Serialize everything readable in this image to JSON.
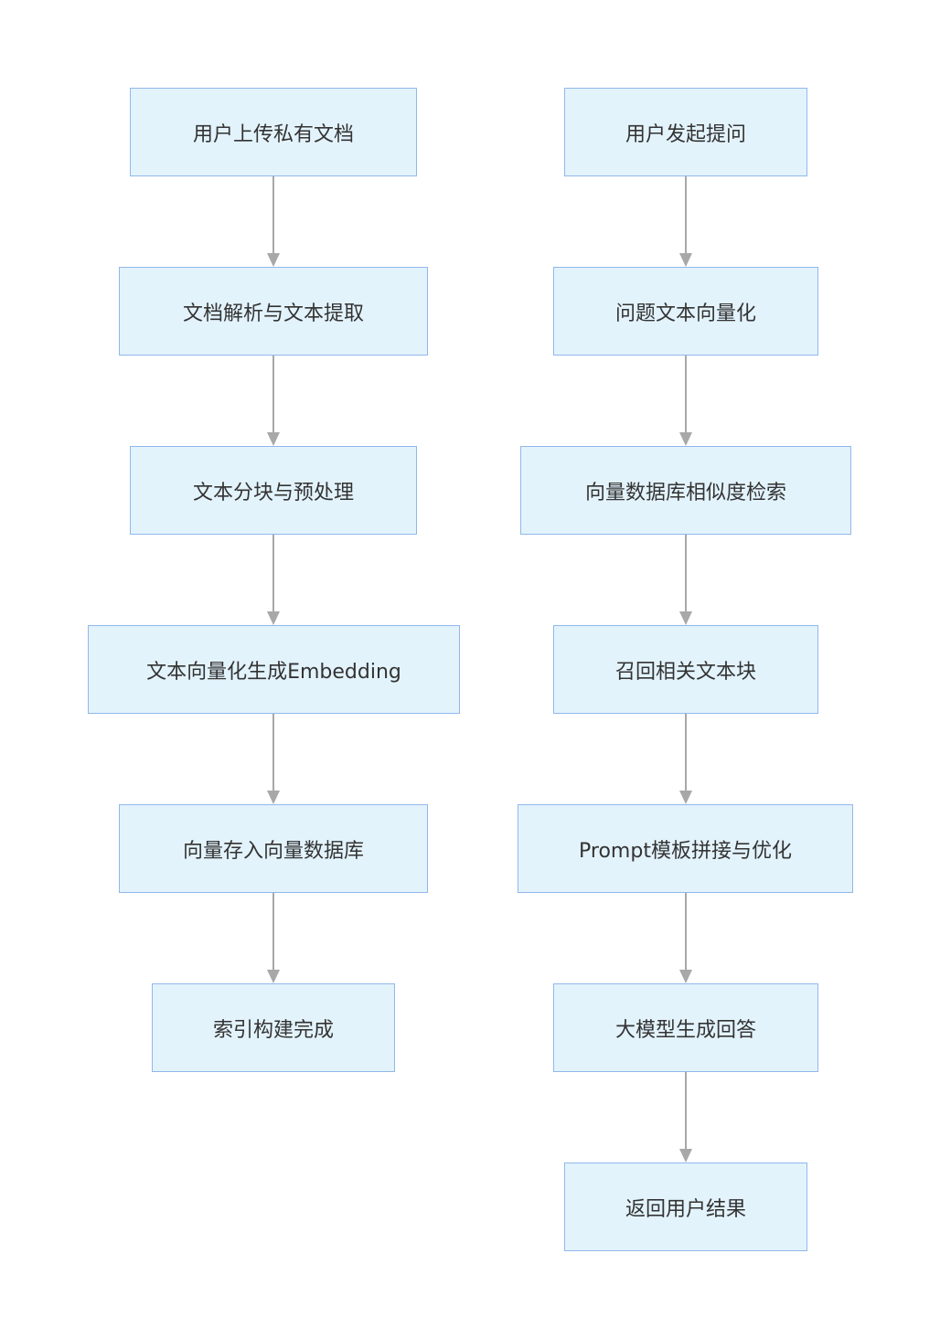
{
  "diagram": {
    "type": "flowchart",
    "direction": "top-to-bottom",
    "colors": {
      "node_fill": "#e3f3fc",
      "node_border": "#90b8ec",
      "edge": "#a8a8a8",
      "text": "#333333"
    },
    "left_flow": [
      {
        "id": "L1",
        "label": "用户上传私有文档"
      },
      {
        "id": "L2",
        "label": "文档解析与文本提取"
      },
      {
        "id": "L3",
        "label": "文本分块与预处理"
      },
      {
        "id": "L4",
        "label": "文本向量化生成Embedding"
      },
      {
        "id": "L5",
        "label": "向量存入向量数据库"
      },
      {
        "id": "L6",
        "label": "索引构建完成"
      }
    ],
    "right_flow": [
      {
        "id": "R1",
        "label": "用户发起提问"
      },
      {
        "id": "R2",
        "label": "问题文本向量化"
      },
      {
        "id": "R3",
        "label": "向量数据库相似度检索"
      },
      {
        "id": "R4",
        "label": "召回相关文本块"
      },
      {
        "id": "R5",
        "label": "Prompt模板拼接与优化"
      },
      {
        "id": "R6",
        "label": "大模型生成回答"
      },
      {
        "id": "R7",
        "label": "返回用户结果"
      }
    ],
    "edges": [
      {
        "from": "L1",
        "to": "L2"
      },
      {
        "from": "L2",
        "to": "L3"
      },
      {
        "from": "L3",
        "to": "L4"
      },
      {
        "from": "L4",
        "to": "L5"
      },
      {
        "from": "L5",
        "to": "L6"
      },
      {
        "from": "R1",
        "to": "R2"
      },
      {
        "from": "R2",
        "to": "R3"
      },
      {
        "from": "R3",
        "to": "R4"
      },
      {
        "from": "R4",
        "to": "R5"
      },
      {
        "from": "R5",
        "to": "R6"
      },
      {
        "from": "R6",
        "to": "R7"
      }
    ]
  }
}
